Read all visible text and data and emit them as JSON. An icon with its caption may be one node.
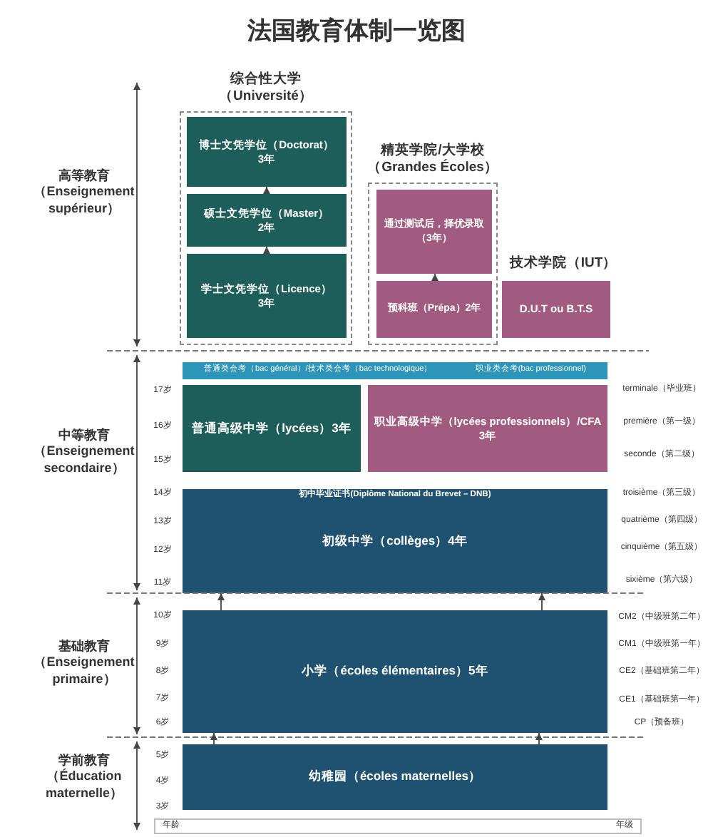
{
  "diagram": {
    "title": "法国教育体制一览图",
    "nodes": [
      {
        "text": [
          "综合性大学",
          "（Université）"
        ]
      },
      {
        "text": [
          "博士文凭学位（Doctorat）",
          "3年"
        ],
        "in": 0
      },
      {
        "text": [
          "硕士文凭学位（Master）",
          "2年"
        ],
        "in": 0
      },
      {
        "text": [
          "学士文凭学位（Licence）",
          "3年"
        ],
        "in": 0
      },
      {
        "text": [
          "精英学院/大学校",
          "（Grandes Écoles）"
        ]
      },
      {
        "text": [
          "通过测试后，择优录取",
          "（3年）"
        ],
        "in": 4
      },
      {
        "text": [
          "预科班（Prépa）2年"
        ],
        "in": 4
      },
      {
        "text": [
          "技术学院（IUT）",
          "D.U.T ou B.T.S"
        ]
      },
      {
        "text": [
          "普通类会考（bac général）/技术类会考（bac technologique）",
          "职业类会考(bac professionnel)"
        ]
      },
      {
        "text": [
          "普通高级中学（lycées）3年"
        ]
      },
      {
        "text": [
          "职业高级中学（lycées professionnels）/CFA",
          "3年"
        ]
      },
      {
        "text": [
          "初中毕业证书(Diplôme National du Brevet – DNB)",
          "初级中学（collèges）4年"
        ]
      },
      {
        "text": [
          "小学（écoles élémentaires）5年"
        ]
      },
      {
        "text": [
          "幼稚园（écoles maternelles）"
        ]
      }
    ],
    "edges": [
      {
        "from": 3,
        "to": 2,
        "arrow": "to"
      },
      {
        "from": 2,
        "to": 1,
        "arrow": "to"
      },
      {
        "from": 6,
        "to": 5,
        "arrow": "to"
      },
      {
        "from": 12,
        "to": 11,
        "arrow": "to"
      },
      {
        "from": 12,
        "to": 11,
        "arrow": "to"
      },
      {
        "from": 13,
        "to": 12,
        "arrow": "to"
      },
      {
        "from": 13,
        "to": 12,
        "arrow": "to"
      }
    ],
    "labels": [
      "高等教育（Enseignement supérieur）",
      "中等教育（Enseignement secondaire）",
      "基础教育（Enseignement primaire）",
      "学前教育（Éducation maternelle）",
      "17岁",
      "16岁",
      "15岁",
      "14岁",
      "13岁",
      "12岁",
      "11岁",
      "10岁",
      "9岁",
      "8岁",
      "7岁",
      "6岁",
      "5岁",
      "4岁",
      "3岁",
      "terminale（毕业班）",
      "première（第一级）",
      "seconde（第二级）",
      "troisième（第三级）",
      "quatrième（第四级）",
      "cinquième（第五级）",
      "sixième（第六级）",
      "CM2（中级班第二年）",
      "CM1（中级班第一年）",
      "CE2（基础班第二年）",
      "CE1（基础班第一年）",
      "CP（预备班）",
      "年龄",
      "年级"
    ]
  }
}
